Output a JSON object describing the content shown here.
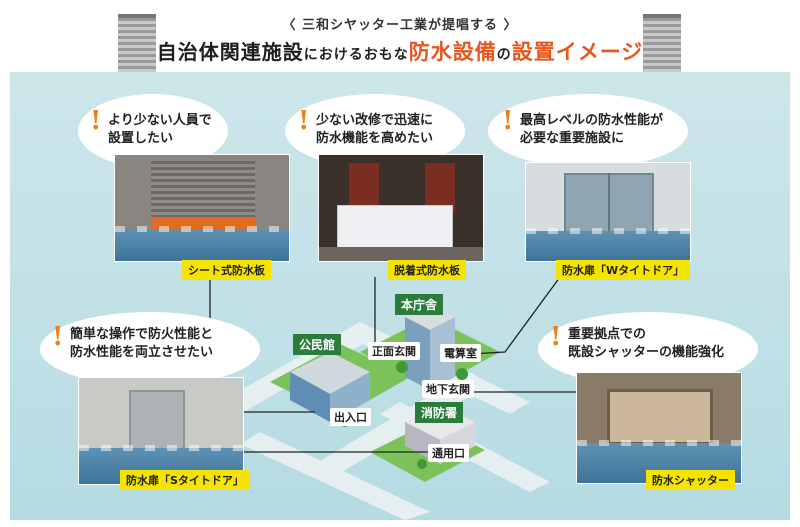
{
  "header": {
    "subtitle": "〈 三和シヤッター工業が提唱する 〉",
    "title_part1": "自治体関連施設",
    "title_part2": "における",
    "title_part3": "おもな",
    "title_part4": "防水設備",
    "title_part5": "の",
    "title_part6": "設置イメージ"
  },
  "cards": {
    "c1": {
      "text1": "より少ない人員で",
      "text2": "設置したい",
      "label": "シート式防水板"
    },
    "c2": {
      "text1": "少ない改修で迅速に",
      "text2": "防水機能を高めたい",
      "label": "脱着式防水板"
    },
    "c3": {
      "text1": "最高レベルの防水性能が",
      "text2": "必要な重要施設に",
      "label": "防水扉「Wタイトドア」"
    },
    "c4": {
      "text1": "簡単な操作で防火性能と",
      "text2": "防水性能を両立させたい",
      "label": "防水扉「Sタイトドア」"
    },
    "c5": {
      "text1": "重要拠点での",
      "text2": "既設シャッターの機能強化",
      "label": "防水シャッター"
    }
  },
  "excl": "!",
  "buildings": {
    "honchosha": "本庁舎",
    "kominkan": "公民館",
    "shobosho": "消防署"
  },
  "places": {
    "shomen_genkan": "正面玄関",
    "densanshitsu": "電算室",
    "chika_genkan": "地下玄関",
    "deiriguchi": "出入口",
    "tsuyoguchi": "通用口"
  },
  "colors": {
    "accent": "#e8561f",
    "excl": "#ef7d1a",
    "badge": "#f6e400",
    "building_label": "#2a7c3c"
  }
}
